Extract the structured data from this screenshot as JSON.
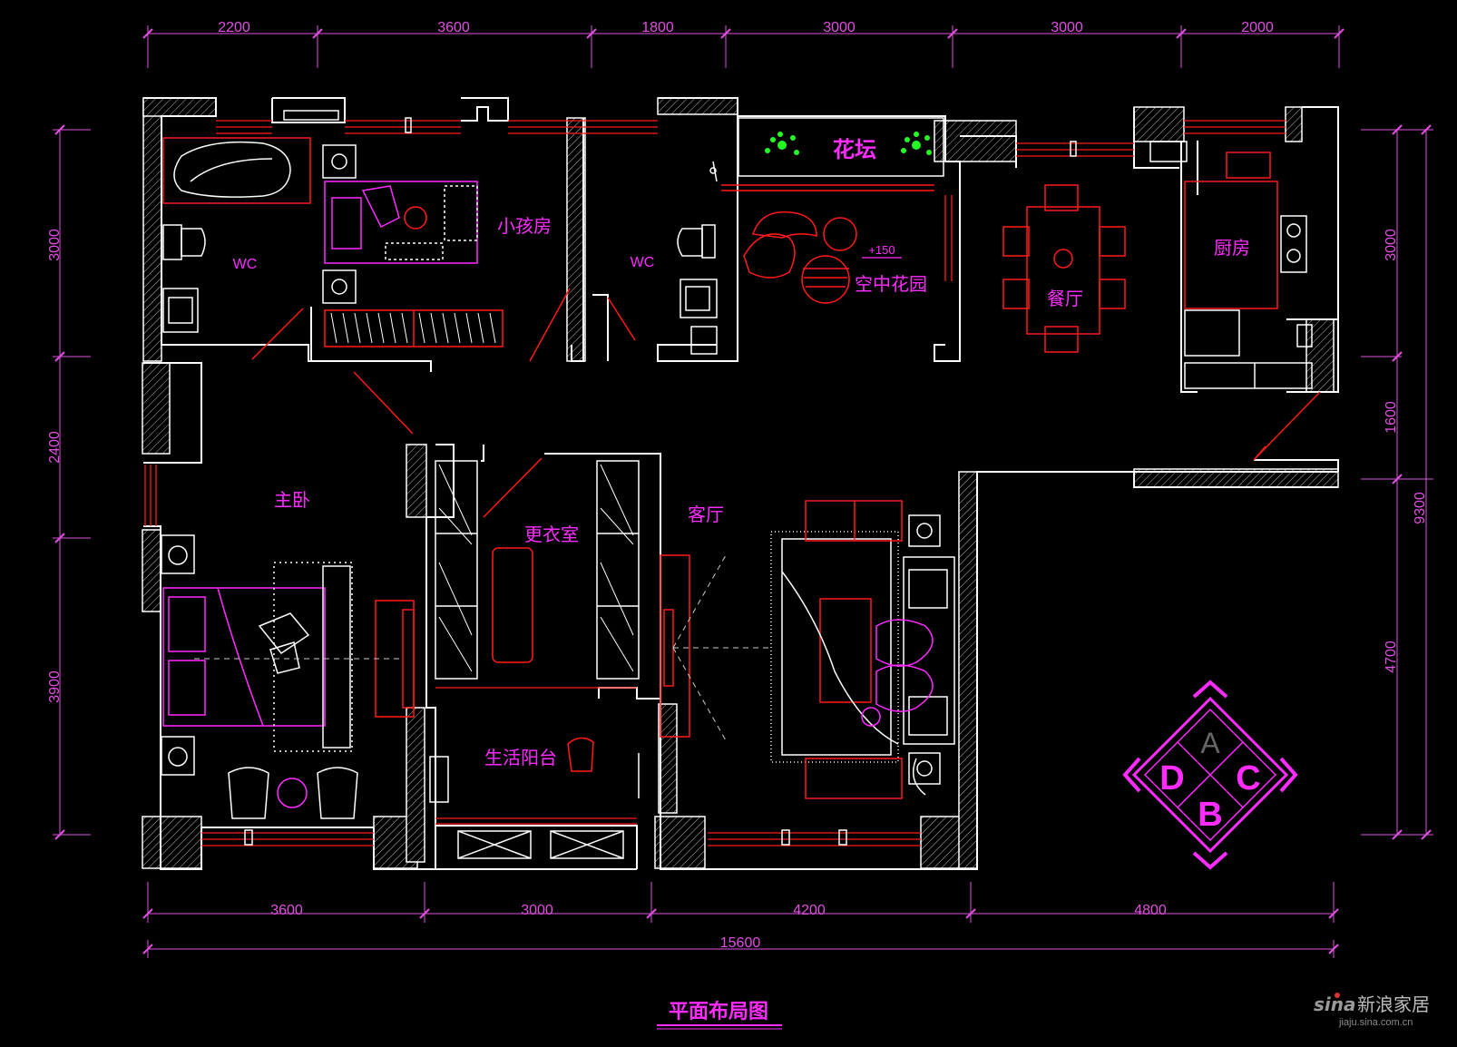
{
  "dimensions": {
    "top": [
      "2200",
      "3600",
      "1800",
      "3000",
      "3000",
      "2000"
    ],
    "bottom": [
      "3600",
      "3000",
      "4200",
      "4800"
    ],
    "bottom_total": "15600",
    "left": [
      "3000",
      "2400",
      "3900"
    ],
    "right": [
      "3000",
      "1600",
      "4700"
    ],
    "right_total": "9300"
  },
  "rooms": {
    "wc_left": "WC",
    "kids_room": "小孩房",
    "wc_mid": "WC",
    "flower_bed": "花坛",
    "sky_garden": "空中花园",
    "level_mark": "+150",
    "dining": "餐厅",
    "kitchen": "厨房",
    "master_bedroom": "主卧",
    "dressing_room": "更衣室",
    "living_room": "客厅",
    "balcony": "生活阳台"
  },
  "compass": {
    "top": "A",
    "left": "D",
    "right": "C",
    "bottom": "B"
  },
  "title": "平面布局图",
  "watermark": {
    "logo": "sina",
    "brand": "新浪家居",
    "url": "jiaju.sina.com.cn"
  },
  "colors": {
    "wall": "#ffffff",
    "furniture": "#ff1a1a",
    "label": "#ff2cff",
    "dimension": "#e14fe1",
    "plant": "#22ff22"
  }
}
